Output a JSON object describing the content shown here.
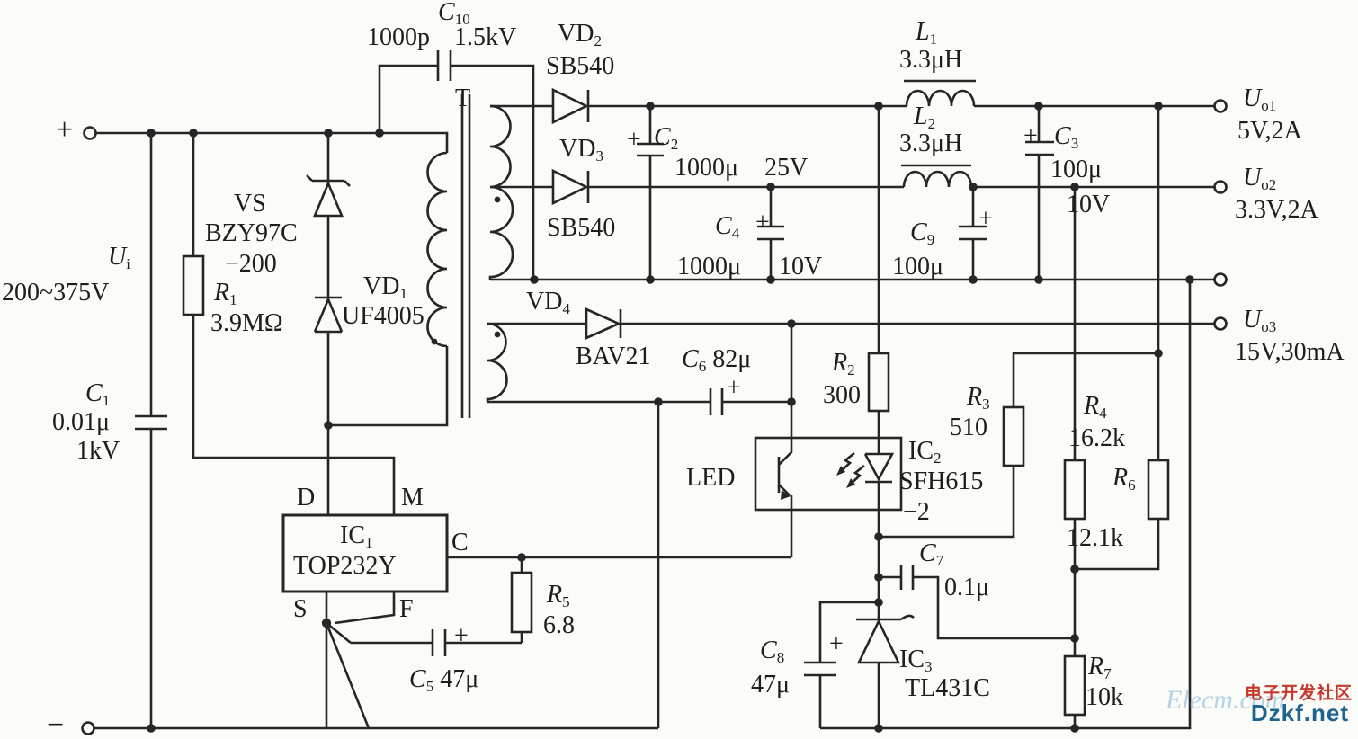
{
  "input": {
    "plus": "+",
    "minus": "−",
    "u": {
      "ref": "U",
      "sub": "i"
    },
    "range": "200~375V"
  },
  "components": {
    "c1": {
      "ref": "C",
      "sub": "1",
      "value": "0.01μ",
      "rating": "1kV"
    },
    "r1": {
      "ref": "R",
      "sub": "1",
      "value": "3.9MΩ"
    },
    "vs": {
      "ref": "VS",
      "part": "BZY97C",
      "suffix": "−200"
    },
    "vd1": {
      "ref": "VD",
      "sub": "1",
      "part": "UF4005"
    },
    "c10": {
      "ref": "C",
      "sub": "10",
      "value": "1000p",
      "rating": "1.5kV"
    },
    "transformer": {
      "ref": "T"
    },
    "vd2": {
      "ref": "VD",
      "sub": "2",
      "part": "SB540"
    },
    "vd3": {
      "ref": "VD",
      "sub": "3",
      "part": "SB540"
    },
    "vd4": {
      "ref": "VD",
      "sub": "4",
      "part": "BAV21"
    },
    "c2": {
      "ref": "C",
      "sub": "2",
      "plus": "+",
      "value": "1000μ",
      "rating": "25V"
    },
    "c4": {
      "ref": "C",
      "sub": "4",
      "plus": "+",
      "value": "1000μ",
      "rating": "10V"
    },
    "l1": {
      "ref": "L",
      "sub": "1",
      "value": "3.3μH"
    },
    "l2": {
      "ref": "L",
      "sub": "2",
      "value": "3.3μH"
    },
    "c3": {
      "ref": "C",
      "sub": "3",
      "plus": "+",
      "value": "100μ",
      "rating": "10V"
    },
    "c9": {
      "ref": "C",
      "sub": "9",
      "plus": "+",
      "value": "100μ"
    },
    "c6": {
      "ref": "C",
      "sub": "6",
      "plus": "+",
      "value": "82μ"
    },
    "r2": {
      "ref": "R",
      "sub": "2",
      "value": "300"
    },
    "r3": {
      "ref": "R",
      "sub": "3",
      "value": "510"
    },
    "r4": {
      "ref": "R",
      "sub": "4",
      "value": "16.2k"
    },
    "r6": {
      "ref": "R",
      "sub": "6",
      "value": "12.1k"
    },
    "r7": {
      "ref": "R",
      "sub": "7",
      "value": "10k"
    },
    "r5": {
      "ref": "R",
      "sub": "5",
      "value": "6.8"
    },
    "c5": {
      "ref": "C",
      "sub": "5",
      "plus": "+",
      "value": "47μ"
    },
    "c7": {
      "ref": "C",
      "sub": "7",
      "value": "0.1μ"
    },
    "c8": {
      "ref": "C",
      "sub": "8",
      "plus": "+",
      "value": "47μ"
    },
    "ic1": {
      "ref": "IC",
      "sub": "1",
      "part": "TOP232Y",
      "pins": {
        "d": "D",
        "m": "M",
        "c": "C",
        "s": "S",
        "f": "F"
      }
    },
    "ic2": {
      "ref": "IC",
      "sub": "2",
      "part": "SFH615",
      "suffix": "−2",
      "led_label": "LED"
    },
    "ic3": {
      "ref": "IC",
      "sub": "3",
      "part": "TL431C"
    }
  },
  "outputs": {
    "uo1": {
      "ref": "U",
      "sub": "o1",
      "value": "5V,2A"
    },
    "uo2": {
      "ref": "U",
      "sub": "o2",
      "value": "3.3V,2A"
    },
    "uo3": {
      "ref": "U",
      "sub": "o3",
      "value": "15V,30mA"
    }
  },
  "watermark": {
    "cn": "电子开发社区",
    "site": "Dzkf.net",
    "ghost": "Elecm.com"
  }
}
